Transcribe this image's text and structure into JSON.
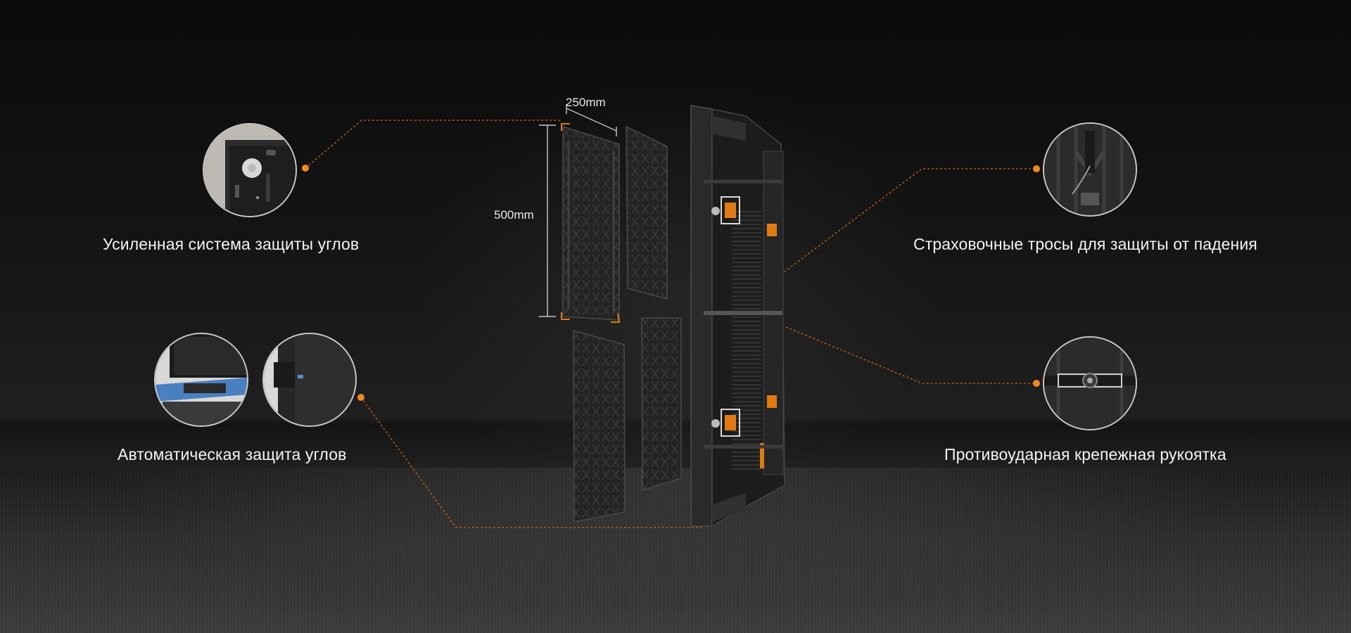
{
  "features": {
    "corner_protection": "Усиленная система защиты углов",
    "auto_corner": "Автоматическая защита углов",
    "safety_ropes": "Страховочные тросы для защиты от падения",
    "anti_impact_handle": "Противоударная крепежная рукоятка"
  },
  "dimensions": {
    "width": "250mm",
    "height": "500mm"
  },
  "colors": {
    "accent": "#e07a12",
    "background": "#0d0d0d",
    "text": "#f4f4f4"
  },
  "icons": [
    "corner-detail-image",
    "auto-corner-detail-image-1",
    "auto-corner-detail-image-2",
    "safety-rope-detail-image",
    "handle-detail-image"
  ]
}
